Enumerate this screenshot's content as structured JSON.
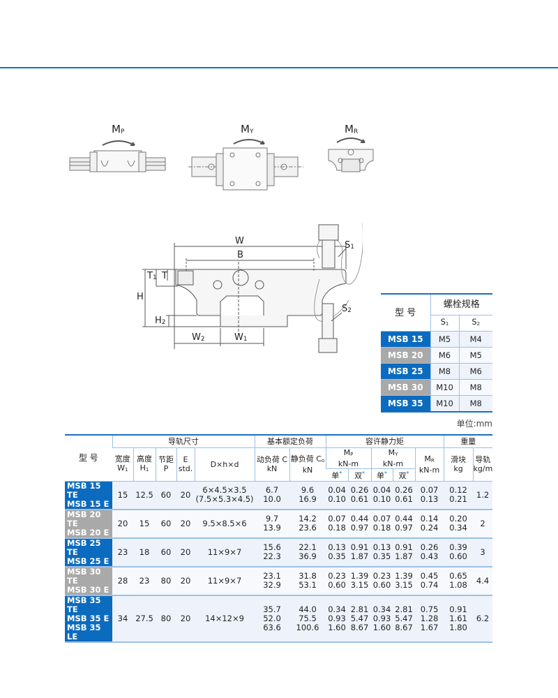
{
  "moment_labels": {
    "mp": "M",
    "mp_sub": "P",
    "my": "M",
    "my_sub": "Y",
    "mr": "M",
    "mr_sub": "R"
  },
  "dimension_labels": {
    "W": "W",
    "B": "B",
    "T1": "T",
    "T1_sub": "1",
    "T": "T",
    "H": "H",
    "H2": "H",
    "H2_sub": "2",
    "W2": "W",
    "W2_sub": "2",
    "W1": "W",
    "W1_sub": "1",
    "S1": "S",
    "S1_sub": "1",
    "S2": "S",
    "S2_sub": "2"
  },
  "bolt_table": {
    "model_header": "型 号",
    "spec_header": "螺栓规格",
    "s1": "S",
    "s1_sub": "1",
    "s2": "S",
    "s2_sub": "2",
    "rows": [
      {
        "model": "MSB 15",
        "s1": "M5",
        "s2": "M4",
        "color": "#0b6bbf"
      },
      {
        "model": "MSB 20",
        "s1": "M6",
        "s2": "M5",
        "color": "#a9a9a9"
      },
      {
        "model": "MSB 25",
        "s1": "M8",
        "s2": "M6",
        "color": "#0b6bbf"
      },
      {
        "model": "MSB 30",
        "s1": "M10",
        "s2": "M8",
        "color": "#a9a9a9"
      },
      {
        "model": "MSB 35",
        "s1": "M10",
        "s2": "M8",
        "color": "#0b6bbf"
      }
    ]
  },
  "unit": "单位:mm",
  "main_table": {
    "headers": {
      "model": "型 号",
      "rail_dims": "导轨尺寸",
      "load": "基本额定负荷",
      "moment": "容许静力矩",
      "weight": "重量",
      "w1": "宽度",
      "w1_sym": "W",
      "w1_sub": "1",
      "h1": "高度",
      "h1_sym": "H",
      "h1_sub": "1",
      "p": "节距",
      "p_sym": "P",
      "e": "E",
      "e_sub": "std.",
      "dhd": "D×h×d",
      "c": "动负荷 C",
      "c_unit": "kN",
      "c0": "静负荷 C",
      "c0_sub": "o",
      "c0_unit": "kN",
      "mp": "M",
      "mp_sub": "P",
      "mp_unit": "kN-m",
      "my": "M",
      "my_sub": "Y",
      "my_unit": "kN-m",
      "mr": "M",
      "mr_sub": "R",
      "mr_unit": "kN-m",
      "single": "单",
      "double": "双",
      "star": "*",
      "block": "滑块",
      "block_unit": "kg",
      "rail": "导轨",
      "rail_unit": "kg/m"
    },
    "rows": [
      {
        "models": [
          "MSB 15 TE",
          "MSB 15 E"
        ],
        "color": "#0b6bbf",
        "w1": "15",
        "h1": "12.5",
        "p": "60",
        "e": "20",
        "dhd": [
          "6×4.5×3.5",
          "(7.5×5.3×4.5)"
        ],
        "c": [
          "6.7",
          "10.0"
        ],
        "c0": [
          "9.6",
          "16.9"
        ],
        "mp1": [
          "0.04",
          "0.10"
        ],
        "mp2": [
          "0.26",
          "0.61"
        ],
        "my1": [
          "0.04",
          "0.10"
        ],
        "my2": [
          "0.26",
          "0.61"
        ],
        "mr": [
          "0.07",
          "0.13"
        ],
        "block": [
          "0.12",
          "0.21"
        ],
        "rail": "1.2"
      },
      {
        "models": [
          "MSB 20 TE",
          "MSB 20 E"
        ],
        "color": "#a9a9a9",
        "w1": "20",
        "h1": "15",
        "p": "60",
        "e": "20",
        "dhd": [
          "9.5×8.5×6"
        ],
        "c": [
          "9.7",
          "13.9"
        ],
        "c0": [
          "14.2",
          "23.6"
        ],
        "mp1": [
          "0.07",
          "0.18"
        ],
        "mp2": [
          "0.44",
          "0.97"
        ],
        "my1": [
          "0.07",
          "0.18"
        ],
        "my2": [
          "0.44",
          "0.97"
        ],
        "mr": [
          "0.14",
          "0.24"
        ],
        "block": [
          "0.20",
          "0.34"
        ],
        "rail": "2"
      },
      {
        "models": [
          "MSB 25 TE",
          "MSB 25 E"
        ],
        "color": "#0b6bbf",
        "w1": "23",
        "h1": "18",
        "p": "60",
        "e": "20",
        "dhd": [
          "11×9×7"
        ],
        "c": [
          "15.6",
          "22.3"
        ],
        "c0": [
          "22.1",
          "36.9"
        ],
        "mp1": [
          "0.13",
          "0.35"
        ],
        "mp2": [
          "0.91",
          "1.87"
        ],
        "my1": [
          "0.13",
          "0.35"
        ],
        "my2": [
          "0.91",
          "1.87"
        ],
        "mr": [
          "0.26",
          "0.43"
        ],
        "block": [
          "0.39",
          "0.60"
        ],
        "rail": "3"
      },
      {
        "models": [
          "MSB 30 TE",
          "MSB 30 E"
        ],
        "color": "#a9a9a9",
        "w1": "28",
        "h1": "23",
        "p": "80",
        "e": "20",
        "dhd": [
          "11×9×7"
        ],
        "c": [
          "23.1",
          "32.9"
        ],
        "c0": [
          "31.8",
          "53.1"
        ],
        "mp1": [
          "0.23",
          "0.60"
        ],
        "mp2": [
          "1.39",
          "3.15"
        ],
        "my1": [
          "0.23",
          "0.60"
        ],
        "my2": [
          "1.39",
          "3.15"
        ],
        "mr": [
          "0.45",
          "0.74"
        ],
        "block": [
          "0.65",
          "1.08"
        ],
        "rail": "4.4"
      },
      {
        "models": [
          "MSB 35 TE",
          "MSB 35 E",
          "MSB 35 LE"
        ],
        "color": "#0b6bbf",
        "w1": "34",
        "h1": "27.5",
        "p": "80",
        "e": "20",
        "dhd": [
          "14×12×9"
        ],
        "c": [
          "35.7",
          "52.0",
          "63.6"
        ],
        "c0": [
          "44.0",
          "75.5",
          "100.6"
        ],
        "mp1": [
          "0.34",
          "0.93",
          "1.60"
        ],
        "mp2": [
          "2.81",
          "5.47",
          "8.67"
        ],
        "my1": [
          "0.34",
          "0.93",
          "1.60"
        ],
        "my2": [
          "2.81",
          "5.47",
          "8.67"
        ],
        "mr": [
          "0.75",
          "1.28",
          "1.67"
        ],
        "block": [
          "0.91",
          "1.61",
          "1.80"
        ],
        "rail": "6.2"
      }
    ]
  }
}
